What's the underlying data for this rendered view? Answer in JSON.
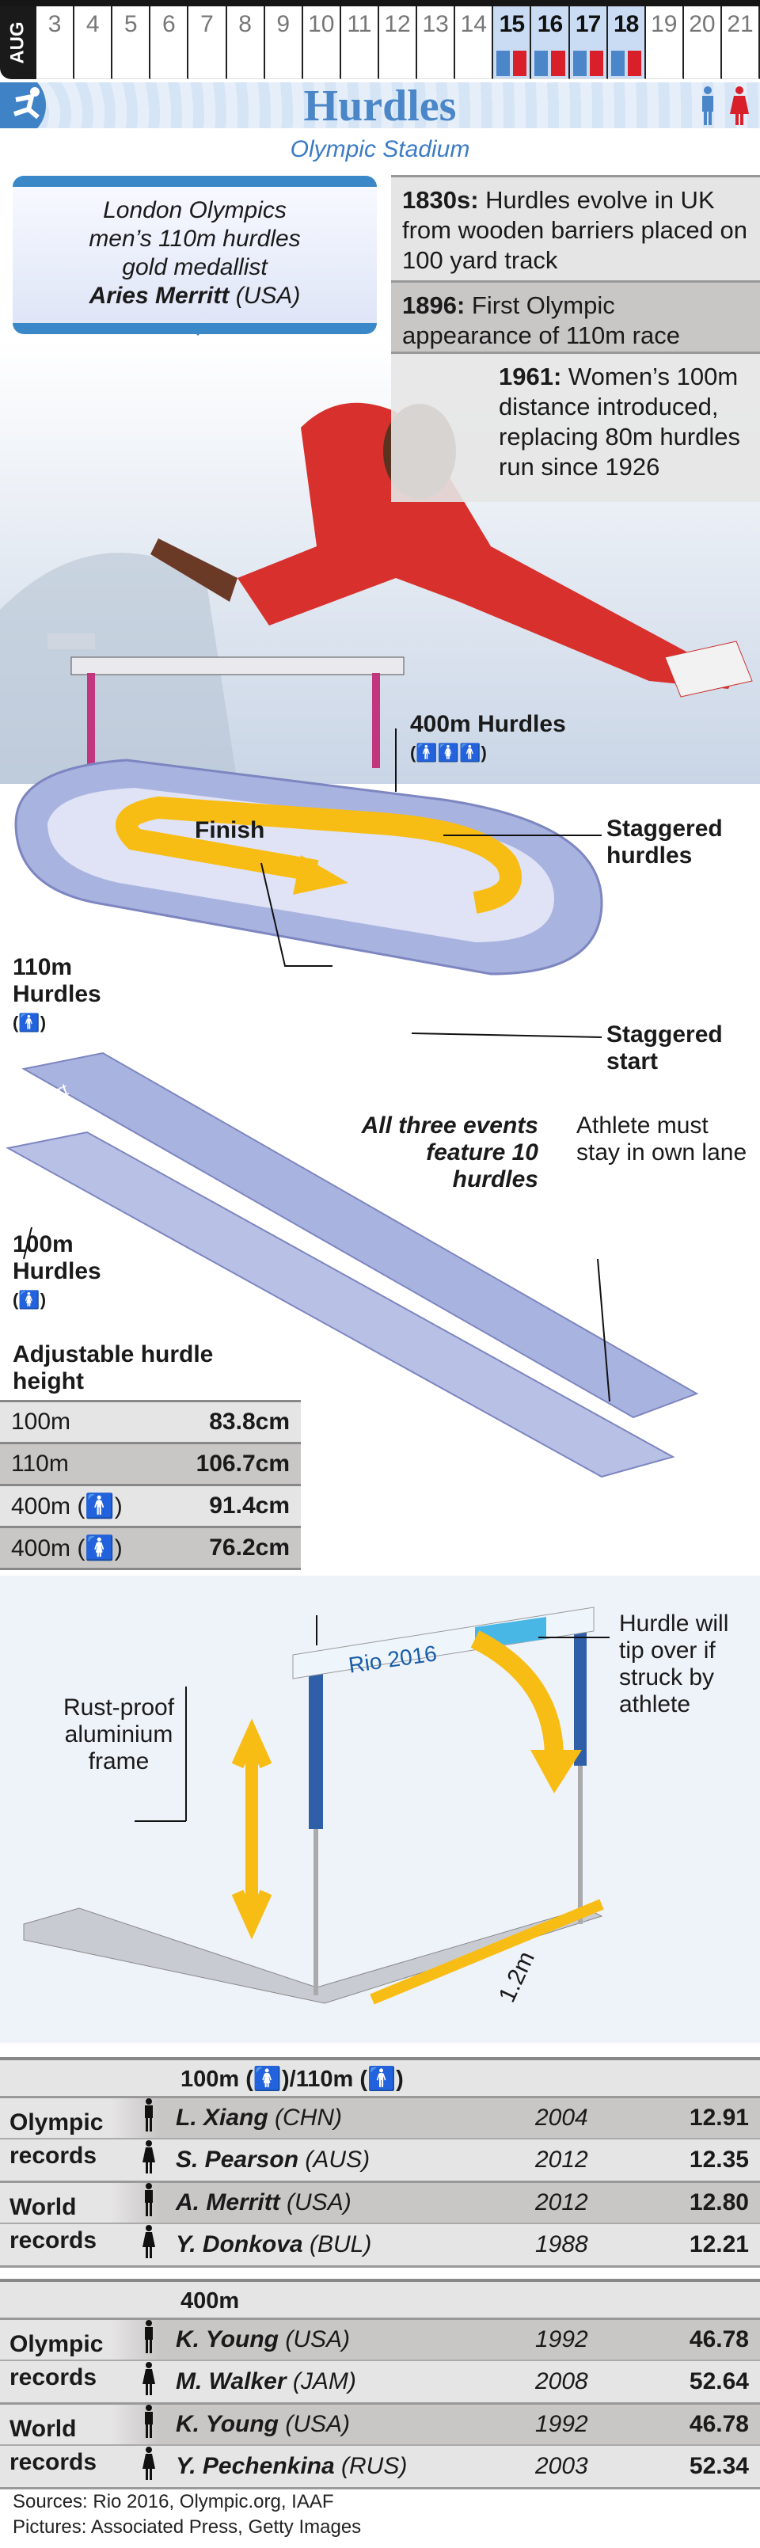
{
  "date_bar": {
    "month": "AUG",
    "days": [
      {
        "d": "3",
        "hl": false
      },
      {
        "d": "4",
        "hl": false
      },
      {
        "d": "5",
        "hl": false
      },
      {
        "d": "6",
        "hl": false
      },
      {
        "d": "7",
        "hl": false
      },
      {
        "d": "8",
        "hl": false
      },
      {
        "d": "9",
        "hl": false
      },
      {
        "d": "10",
        "hl": false
      },
      {
        "d": "11",
        "hl": false
      },
      {
        "d": "12",
        "hl": false
      },
      {
        "d": "13",
        "hl": false
      },
      {
        "d": "14",
        "hl": false
      },
      {
        "d": "15",
        "hl": true
      },
      {
        "d": "16",
        "hl": true
      },
      {
        "d": "17",
        "hl": true
      },
      {
        "d": "18",
        "hl": true
      },
      {
        "d": "19",
        "hl": false
      },
      {
        "d": "20",
        "hl": false
      },
      {
        "d": "21",
        "hl": false
      }
    ]
  },
  "header": {
    "title": "Hurdles",
    "venue": "Olympic Stadium"
  },
  "colors": {
    "men": "#4a86c8",
    "women": "#d81f2a",
    "accent": "#3a88c8",
    "track": "#a9b3e0",
    "hurdle_yellow": "#f8bd14"
  },
  "callout": {
    "line1": "London Olympics",
    "line2": "men’s 110m hurdles",
    "line3": "gold medallist",
    "name": "Aries Merritt",
    "country": "(USA)"
  },
  "facts": [
    {
      "year": "1830s:",
      "text": "Hurdles evolve in UK from wooden barriers placed on 100 yard track"
    },
    {
      "year": "1896:",
      "text": "First Olympic appearance of 110m race"
    },
    {
      "year": "1961:",
      "text": "Women’s 100m distance introduced, replacing 80m hurdles run since 1926"
    }
  ],
  "track": {
    "h400": "400m Hurdles",
    "h400_icons": "(🚹🚺🚹)",
    "finish": "Finish",
    "staggered_hurdles": "Staggered hurdles",
    "staggered_start": "Staggered start",
    "h110": "110m Hurdles",
    "h110_icon": "(🚹)",
    "h100": "100m Hurdles",
    "h100_icon": "(🚺)",
    "start": "Start",
    "finish_lane": "Finish",
    "ten_hurdles": "All three events feature 10 hurdles",
    "own_lane": "Athlete must stay in own lane"
  },
  "heights": {
    "title": "Adjustable hurdle height",
    "rows": [
      {
        "event": "100m",
        "h": "83.8cm"
      },
      {
        "event": "110m",
        "h": "106.7cm"
      },
      {
        "event": "400m (🚹)",
        "h": "91.4cm"
      },
      {
        "event": "400m (🚺)",
        "h": "76.2cm"
      }
    ]
  },
  "hurdle": {
    "frame": "Rust-proof aluminium frame",
    "tip": "Hurdle will tip over if struck by athlete",
    "width": "1.2m",
    "bar_text": "Rio 2016"
  },
  "records": [
    {
      "title": "100m (🚺)/110m (🚹)",
      "groups": [
        {
          "label": "Olympic records",
          "rows": [
            {
              "g": "m",
              "name": "L. Xiang",
              "c": "(CHN)",
              "yr": "2004",
              "t": "12.91"
            },
            {
              "g": "f",
              "name": "S. Pearson",
              "c": "(AUS)",
              "yr": "2012",
              "t": "12.35"
            }
          ]
        },
        {
          "label": "World records",
          "rows": [
            {
              "g": "m",
              "name": "A. Merritt",
              "c": "(USA)",
              "yr": "2012",
              "t": "12.80"
            },
            {
              "g": "f",
              "name": "Y. Donkova",
              "c": "(BUL)",
              "yr": "1988",
              "t": "12.21"
            }
          ]
        }
      ]
    },
    {
      "title": "400m",
      "groups": [
        {
          "label": "Olympic records",
          "rows": [
            {
              "g": "m",
              "name": "K. Young",
              "c": "(USA)",
              "yr": "1992",
              "t": "46.78"
            },
            {
              "g": "f",
              "name": "M. Walker",
              "c": "(JAM)",
              "yr": "2008",
              "t": "52.64"
            }
          ]
        },
        {
          "label": "World records",
          "rows": [
            {
              "g": "m",
              "name": "K. Young",
              "c": "(USA)",
              "yr": "1992",
              "t": "46.78"
            },
            {
              "g": "f",
              "name": "Y. Pechenkina",
              "c": "(RUS)",
              "yr": "2003",
              "t": "52.34"
            }
          ]
        }
      ]
    }
  ],
  "footer": {
    "sources": "Sources: Rio 2016, Olympic.org, IAAF",
    "pictures": "Pictures: Associated Press, Getty Images"
  }
}
